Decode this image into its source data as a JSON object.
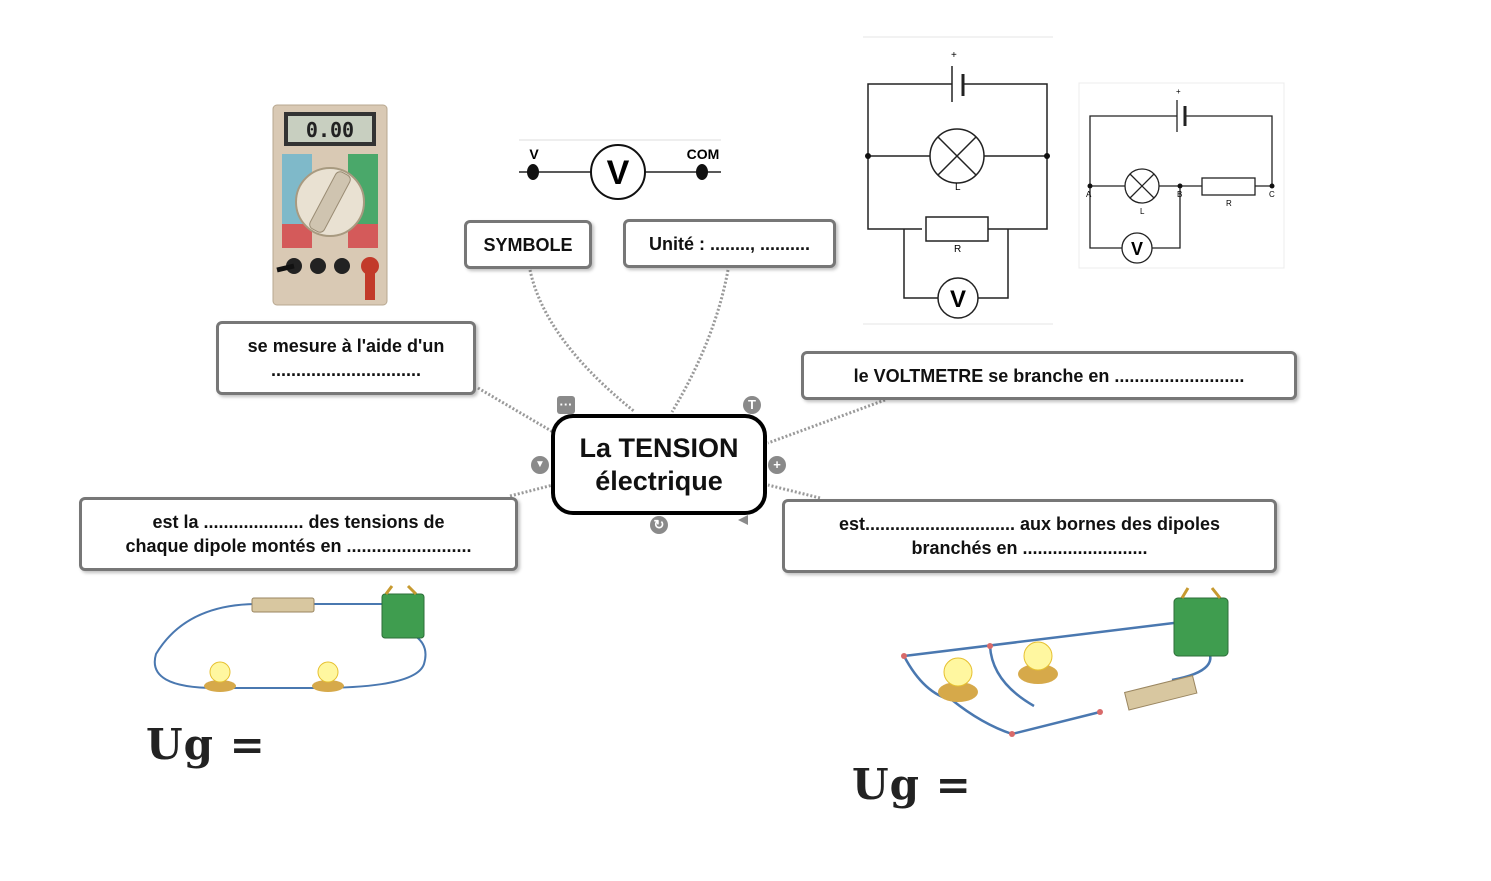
{
  "central": {
    "line1": "La TENSION",
    "line2": "électrique"
  },
  "nodes": {
    "symbole": "SYMBOLE",
    "unite": "Unité : ........, ..........",
    "mesure": {
      "line1": "se mesure à l'aide d'un",
      "line2": ".............................."
    },
    "voltmetre": "le VOLTMETRE se branche en ..........................",
    "serie": {
      "line1": "est la .................... des tensions de",
      "line2": "chaque dipole montés en ........................."
    },
    "derivation": {
      "line1": "est..............................  aux bornes des dipoles",
      "line2": "branchés en ........................."
    }
  },
  "symbol": {
    "left_label": "V",
    "right_label": "COM",
    "circle_label": "V"
  },
  "multimeter": {
    "display": "0.00"
  },
  "circuit1": {
    "plus": "+",
    "lamp": "L",
    "resistor": "R",
    "meter": "V"
  },
  "circuit2": {
    "plus": "+",
    "lamp": "L",
    "resistor": "R",
    "meter": "V",
    "point_a": "A",
    "point_b": "B",
    "point_c": "C"
  },
  "ug": {
    "left": "Ug =",
    "right": "Ug ="
  },
  "controls": [
    "···",
    "T",
    "+",
    "↻",
    "▼"
  ]
}
